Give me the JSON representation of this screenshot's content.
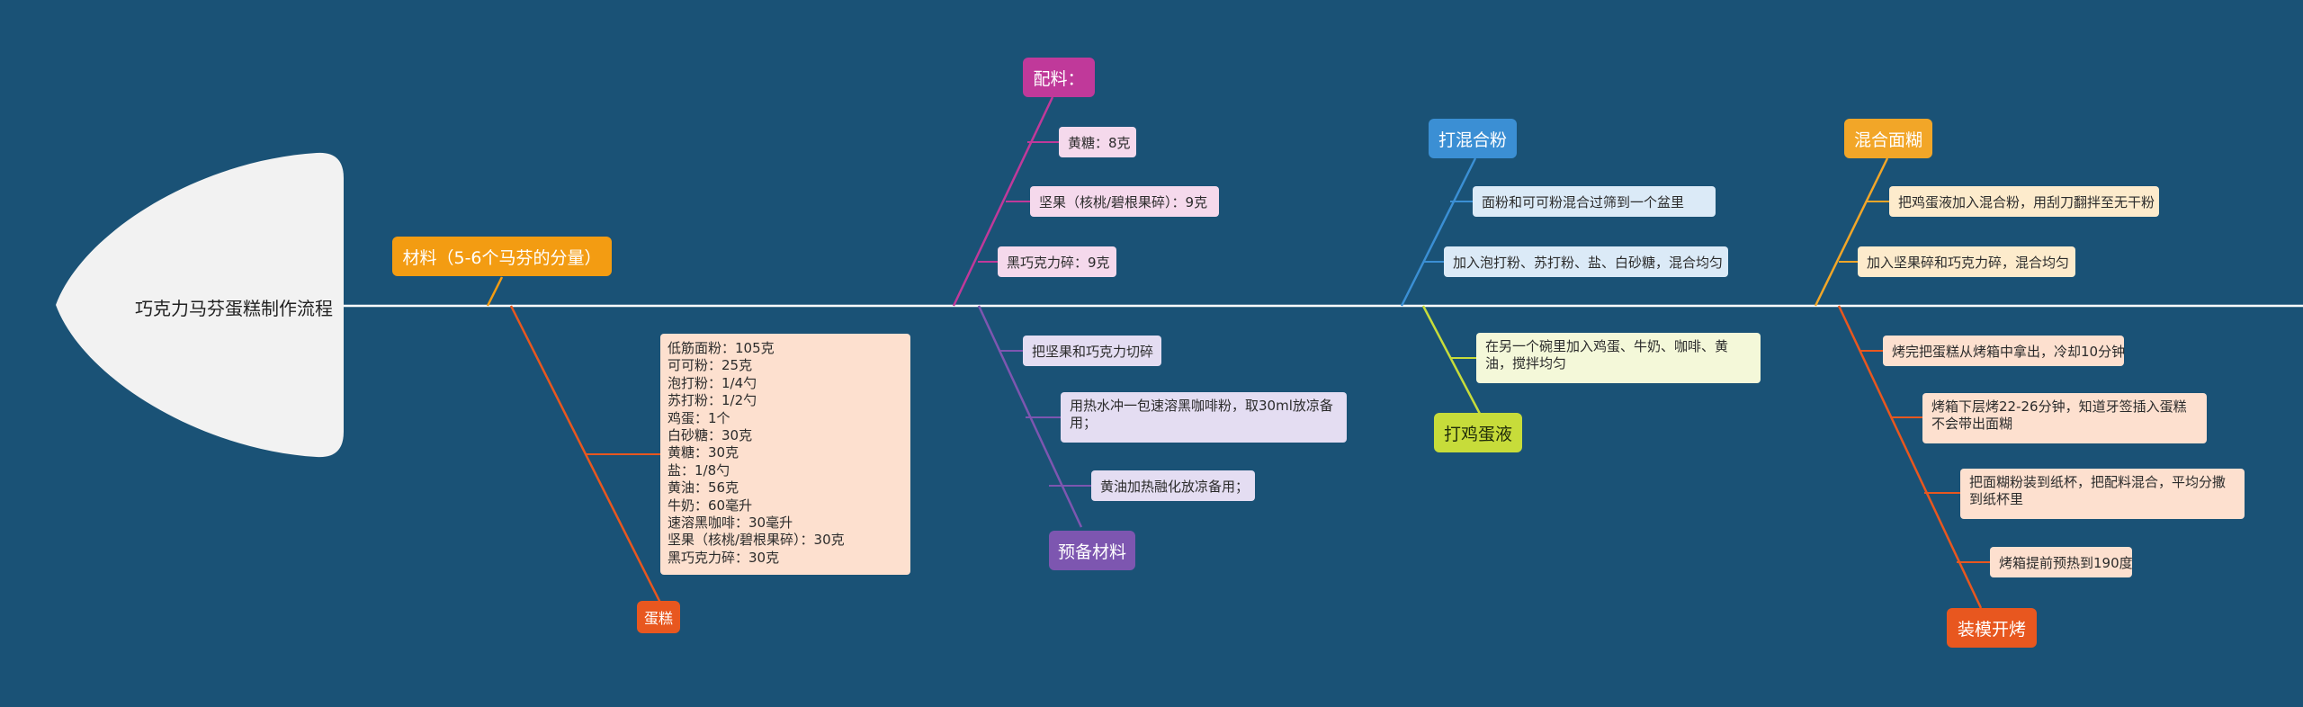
{
  "title": "巧克力马芬蛋糕制作流程",
  "colors": {
    "background": "#1a5276",
    "spine": "#ffffff",
    "materials": "#f39c12",
    "cake": "#e8571f",
    "ingredients": "#c0399a",
    "prep": "#7d56b0",
    "mix_powder": "#3b8fd4",
    "eggs": "#c7dc3a",
    "batter": "#f2a628",
    "bake": "#e8571f"
  },
  "branches": {
    "materials": {
      "label": "材料（5-6个马芬的分量）"
    },
    "cake": {
      "label": "蛋糕",
      "items": [
        "低筋面粉：105克\n可可粉：25克\n泡打粉：1/4勺\n苏打粉：1/2勺\n鸡蛋：1个\n白砂糖：30克\n黄糖：30克\n盐：1/8勺\n黄油：56克\n牛奶：60毫升\n速溶黑咖啡：30毫升\n坚果（核桃/碧根果碎）：30克\n黑巧克力碎：30克"
      ]
    },
    "ingredients": {
      "label": "配料：",
      "items": [
        "黄糖：8克",
        "坚果（核桃/碧根果碎）：9克",
        "黑巧克力碎：9克"
      ]
    },
    "prep": {
      "label": "预备材料",
      "items": [
        "把坚果和巧克力切碎",
        "用热水冲一包速溶黑咖啡粉，取30ml放凉备用；",
        "黄油加热融化放凉备用；"
      ]
    },
    "mix_powder": {
      "label": "打混合粉",
      "items": [
        "面粉和可可粉混合过筛到一个盆里",
        "加入泡打粉、苏打粉、盐、白砂糖，混合均匀"
      ]
    },
    "eggs": {
      "label": "打鸡蛋液",
      "items": [
        "在另一个碗里加入鸡蛋、牛奶、咖啡、黄油，搅拌均匀"
      ]
    },
    "batter": {
      "label": "混合面糊",
      "items": [
        "把鸡蛋液加入混合粉，用刮刀翻拌至无干粉",
        "加入坚果碎和巧克力碎，混合均匀"
      ]
    },
    "bake": {
      "label": "装模开烤",
      "items": [
        "烤完把蛋糕从烤箱中拿出，冷却10分钟",
        "烤箱下层烤22-26分钟，知道牙签插入蛋糕不会带出面糊",
        "把面糊粉装到纸杯，把配料混合，平均分撒到纸杯里",
        "烤箱提前预热到190度"
      ]
    }
  }
}
